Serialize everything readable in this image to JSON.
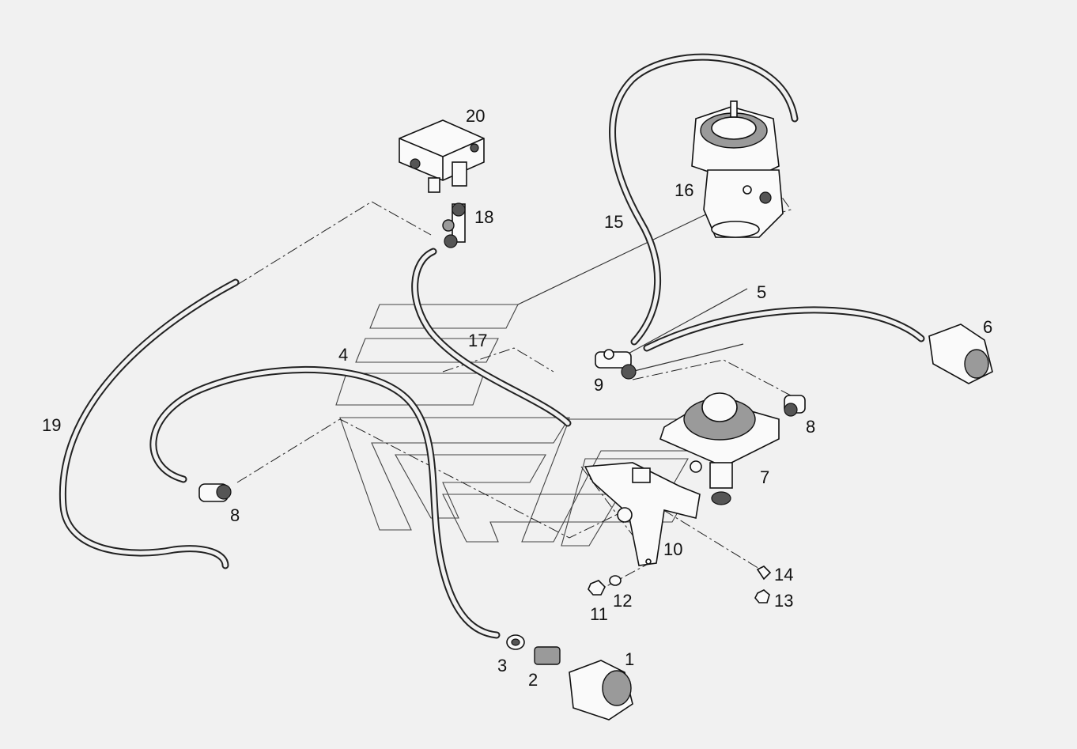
{
  "diagram": {
    "callouts": [
      {
        "id": "c1",
        "text": "1"
      },
      {
        "id": "c2",
        "text": "2"
      },
      {
        "id": "c3",
        "text": "3"
      },
      {
        "id": "c4",
        "text": "4"
      },
      {
        "id": "c5",
        "text": "5"
      },
      {
        "id": "c6",
        "text": "6"
      },
      {
        "id": "c7",
        "text": "7"
      },
      {
        "id": "c8a",
        "text": "8"
      },
      {
        "id": "c8b",
        "text": "8"
      },
      {
        "id": "c9",
        "text": "9"
      },
      {
        "id": "c10",
        "text": "10"
      },
      {
        "id": "c11",
        "text": "11"
      },
      {
        "id": "c12",
        "text": "12"
      },
      {
        "id": "c13",
        "text": "13"
      },
      {
        "id": "c14",
        "text": "14"
      },
      {
        "id": "c15",
        "text": "15"
      },
      {
        "id": "c16",
        "text": "16"
      },
      {
        "id": "c17",
        "text": "17"
      },
      {
        "id": "c18",
        "text": "18"
      },
      {
        "id": "c19",
        "text": "19"
      },
      {
        "id": "c20",
        "text": "20"
      }
    ]
  }
}
